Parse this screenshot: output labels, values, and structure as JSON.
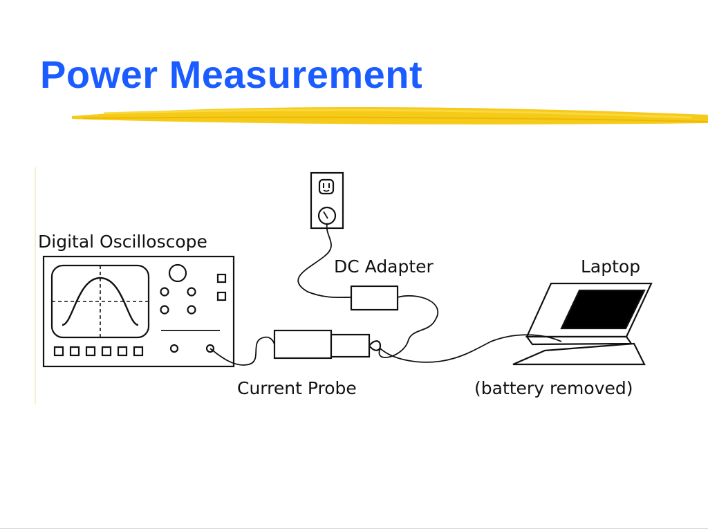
{
  "slide": {
    "title": "Power Measurement",
    "accent_color": "#f5c400",
    "title_color": "#1a5cff"
  },
  "diagram": {
    "labels": {
      "oscilloscope": "Digital Oscilloscope",
      "dc_adapter": "DC Adapter",
      "laptop": "Laptop",
      "current_probe": "Current Probe",
      "battery": "(battery removed)"
    }
  }
}
